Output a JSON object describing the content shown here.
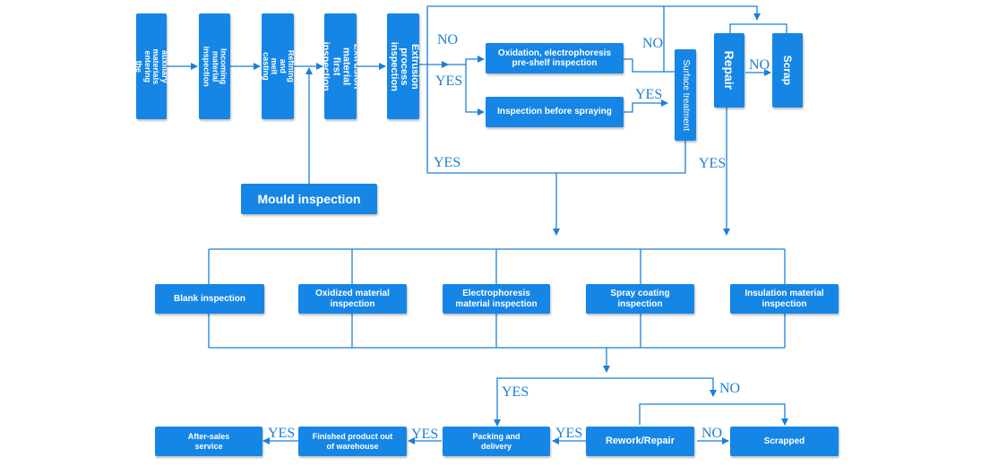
{
  "nodes": {
    "raw": "Raw and auxiliary materials entering the factory",
    "incoming": "Incoming material inspection",
    "refining": "Refining and melt casting",
    "extrusion_first": "Extrusion material first inspection",
    "extrusion_process": "Extrusion process inspection",
    "oxidation": "Oxidation, electrophoresis pre-shelf inspection",
    "before_spraying": "Inspection before spraying",
    "surface": "Surface treatment",
    "repair": "Repair",
    "scrap": "Scrap",
    "mould": "Mould inspection",
    "blank": "Blank inspection",
    "oxidized": "Oxidized material inspection",
    "electrophoresis": "Electrophoresis material inspection",
    "spray": "Spray coating inspection",
    "insulation": "Insulation material inspection",
    "after_sales": "After-sales service",
    "finished": "Finished product out of warehouse",
    "packing": "Packing and delivery",
    "rework": "Rework/Repair",
    "scrapped": "Scrapped"
  },
  "labels": {
    "no_1": "NO",
    "yes_1": "YES",
    "no_2": "NO",
    "yes_2": "YES",
    "no_3": "NO",
    "yes_3": "YES",
    "yes_4": "YES",
    "yes_5": "YES",
    "no_4": "NO",
    "yes_6": "YES",
    "yes_7": "YES",
    "yes_8": "YES",
    "no_5": "NO"
  },
  "colors": {
    "box": "#1686e6",
    "line": "#1b7fd8",
    "label": "#1b7fd8"
  }
}
